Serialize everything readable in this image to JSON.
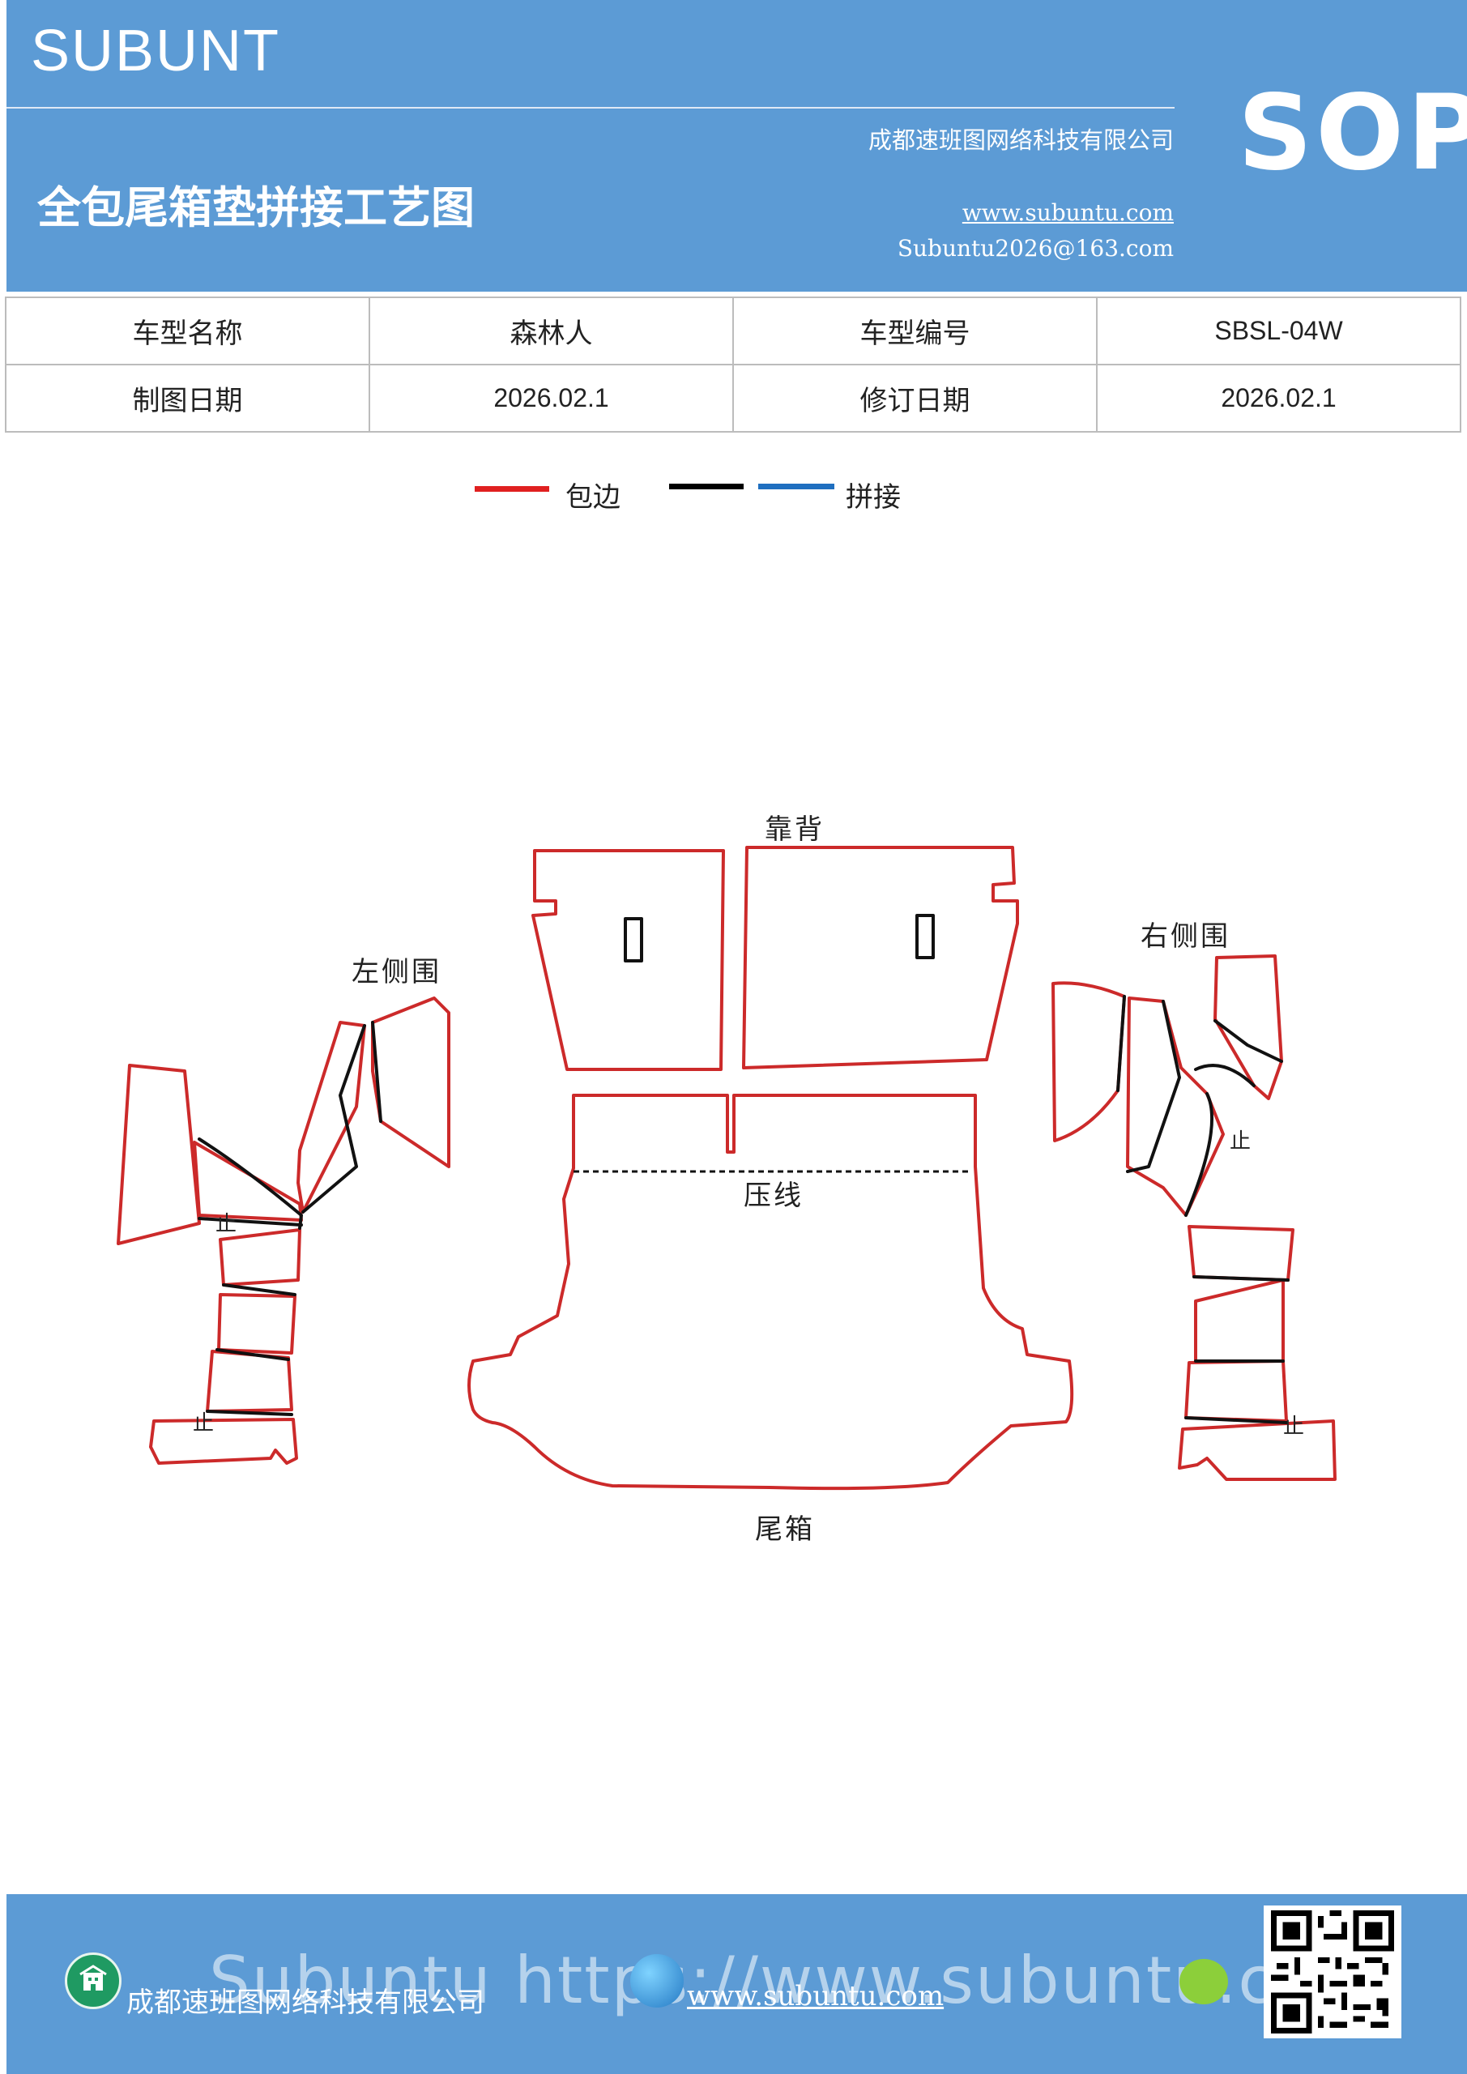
{
  "header": {
    "brand": "SUBUNT",
    "sop": "SOP",
    "company": "成都速班图网络科技有限公司",
    "title": "全包尾箱垫拼接工艺图",
    "website": "www.subuntu.com",
    "email": "Subuntu2026@163.com"
  },
  "info_table": {
    "row1": [
      "车型名称",
      "森林人",
      "车型编号",
      "SBSL-04W"
    ],
    "row2": [
      "制图日期",
      "2026.02.1",
      "修订日期",
      "2026.02.1"
    ]
  },
  "legend": {
    "items": [
      {
        "label": "包边",
        "color": "#e02020"
      },
      {
        "label": "",
        "color": "#000000"
      },
      {
        "label": "拼接",
        "color": "#1f6fc0"
      }
    ]
  },
  "diagram": {
    "labels": {
      "backrest": "靠背",
      "left_side": "左侧围",
      "right_side": "右侧围",
      "press_line": "压线",
      "trunk": "尾箱"
    },
    "stop_mark": "止",
    "edge_color": "#cc2a2a",
    "seam_color": "#111111"
  },
  "footer": {
    "ghost_text": "Subuntu https://www.subuntu.com",
    "company": "成都速班图网络科技有限公司",
    "website": "www.subuntu.com",
    "qr_icon": "qr-code"
  }
}
